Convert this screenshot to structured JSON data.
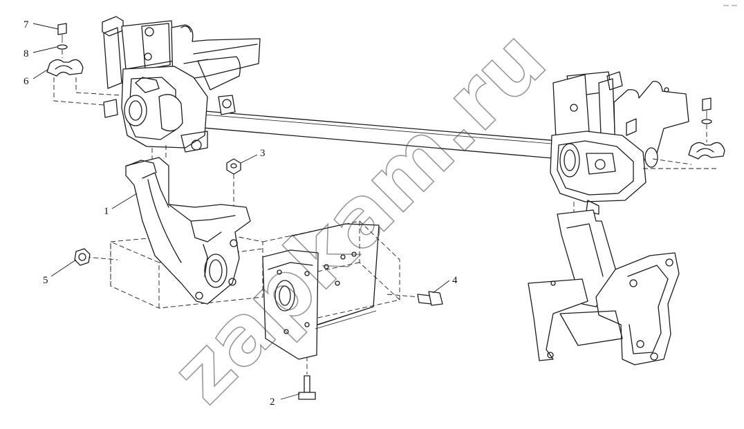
{
  "diagram": {
    "watermark": "zapkam.ru",
    "corner_mark": "",
    "callouts": [
      {
        "id": "1",
        "label": "1"
      },
      {
        "id": "2",
        "label": "2"
      },
      {
        "id": "3",
        "label": "3"
      },
      {
        "id": "4",
        "label": "4"
      },
      {
        "id": "5",
        "label": "5"
      },
      {
        "id": "6",
        "label": "6"
      },
      {
        "id": "7",
        "label": "7"
      },
      {
        "id": "8",
        "label": "8"
      }
    ]
  }
}
